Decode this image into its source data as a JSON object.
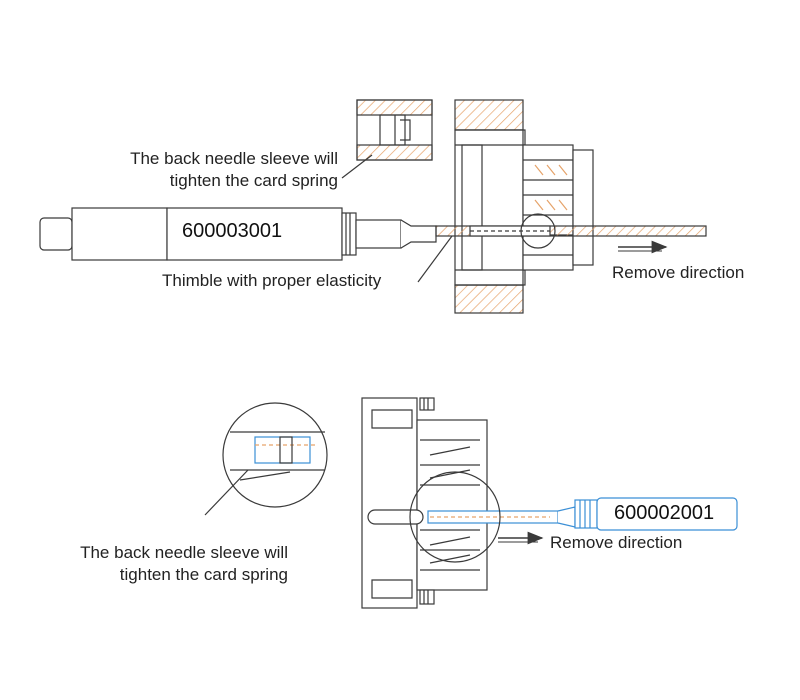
{
  "top": {
    "label_sleeve_line1": "The back needle sleeve will",
    "label_sleeve_line2": "tighten the card spring",
    "part_number": "600003001",
    "label_thimble": "Thimble with proper elasticity",
    "label_direction": "Remove direction"
  },
  "bottom": {
    "label_sleeve_line1": "The back needle sleeve will",
    "label_sleeve_line2": "tighten the card spring",
    "part_number": "600002001",
    "label_direction": "Remove direction"
  },
  "colors": {
    "hatch": "#e6a36a",
    "line": "#3a3a3a",
    "blue": "#3b8fd6"
  }
}
